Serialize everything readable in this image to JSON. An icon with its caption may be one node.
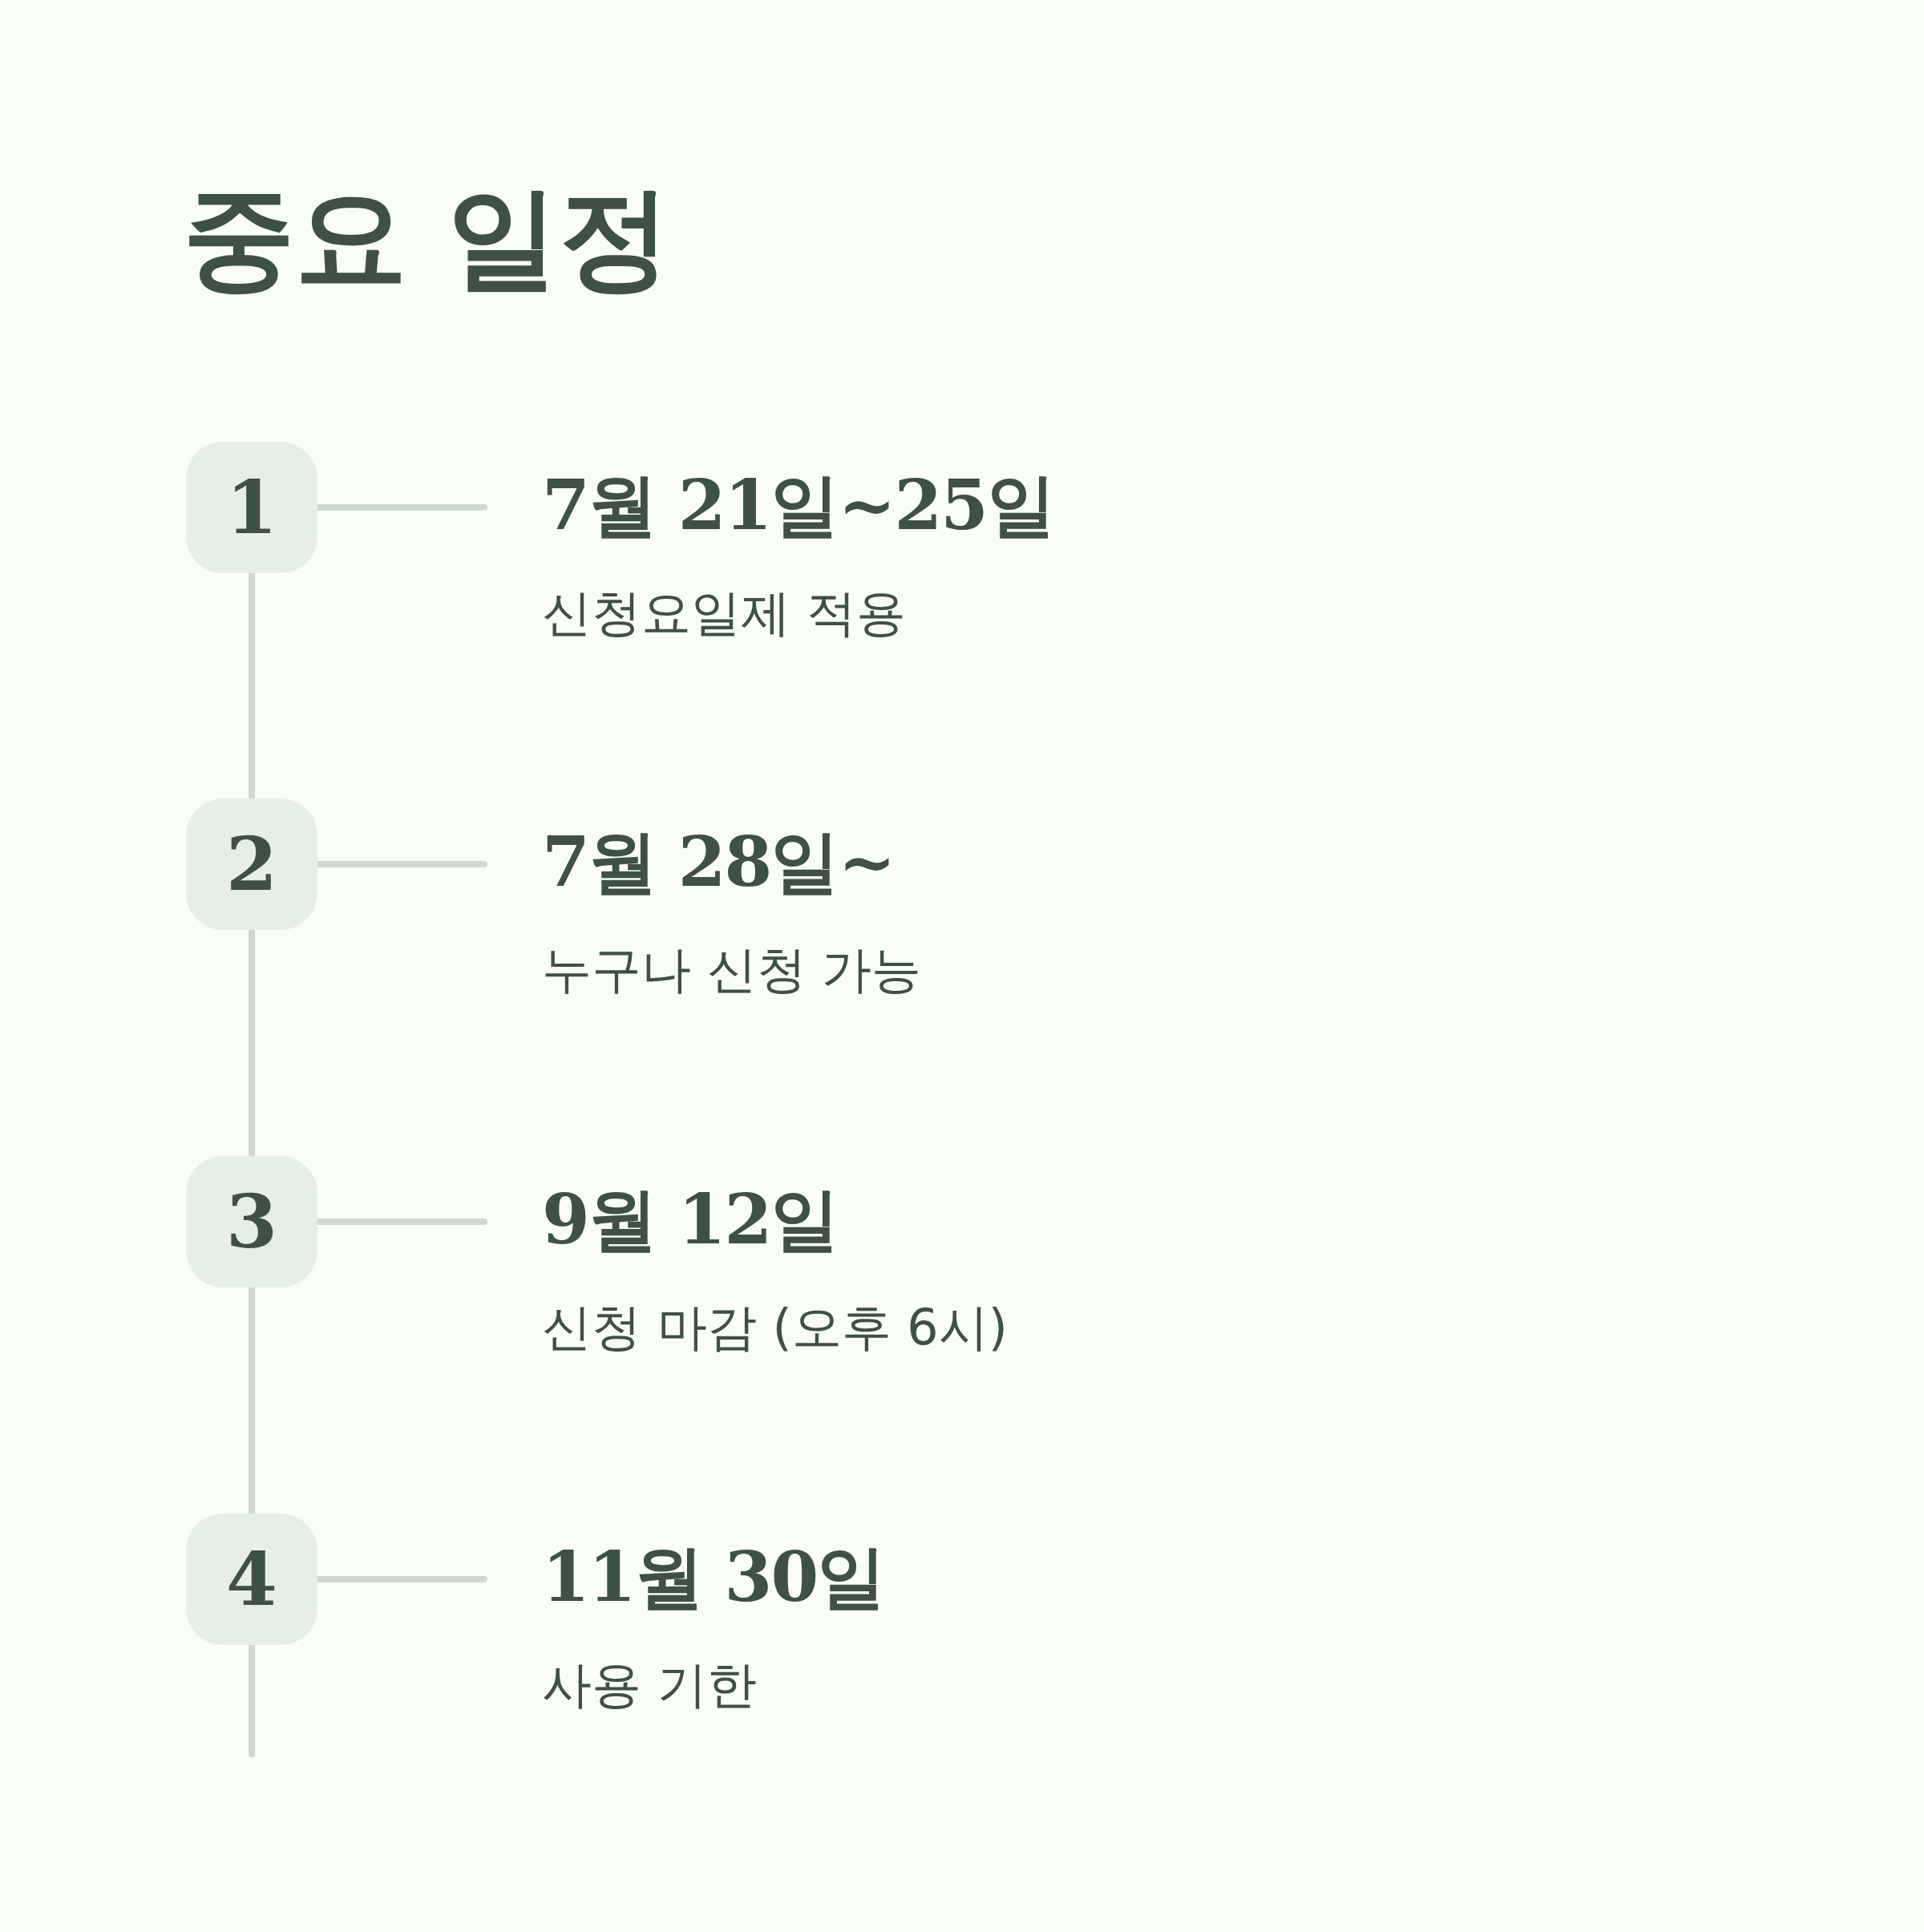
{
  "diagram": {
    "title": "중요 일정",
    "nodes": [
      {
        "text": [
          "1"
        ]
      },
      {
        "text": [
          "7월 21일~25일",
          "신청요일제 적용"
        ]
      },
      {
        "text": [
          "2"
        ]
      },
      {
        "text": [
          "7월 28일~",
          "누구나 신청 가능"
        ]
      },
      {
        "text": [
          "3"
        ]
      },
      {
        "text": [
          "9월 12일",
          "신청 마감 (오후 6시)"
        ]
      },
      {
        "text": [
          "4"
        ]
      },
      {
        "text": [
          "11월 30일",
          "사용 기한"
        ]
      }
    ],
    "edges": [
      {
        "from": 0,
        "to": 1,
        "arrow": "none"
      },
      {
        "from": 0,
        "to": 2,
        "arrow": "none"
      },
      {
        "from": 2,
        "to": 3,
        "arrow": "none"
      },
      {
        "from": 2,
        "to": 4,
        "arrow": "none"
      },
      {
        "from": 4,
        "to": 5,
        "arrow": "none"
      },
      {
        "from": 4,
        "to": 6,
        "arrow": "none"
      },
      {
        "from": 6,
        "to": 7,
        "arrow": "none"
      },
      {
        "from": 6,
        "to": null,
        "arrow": "none"
      }
    ]
  }
}
